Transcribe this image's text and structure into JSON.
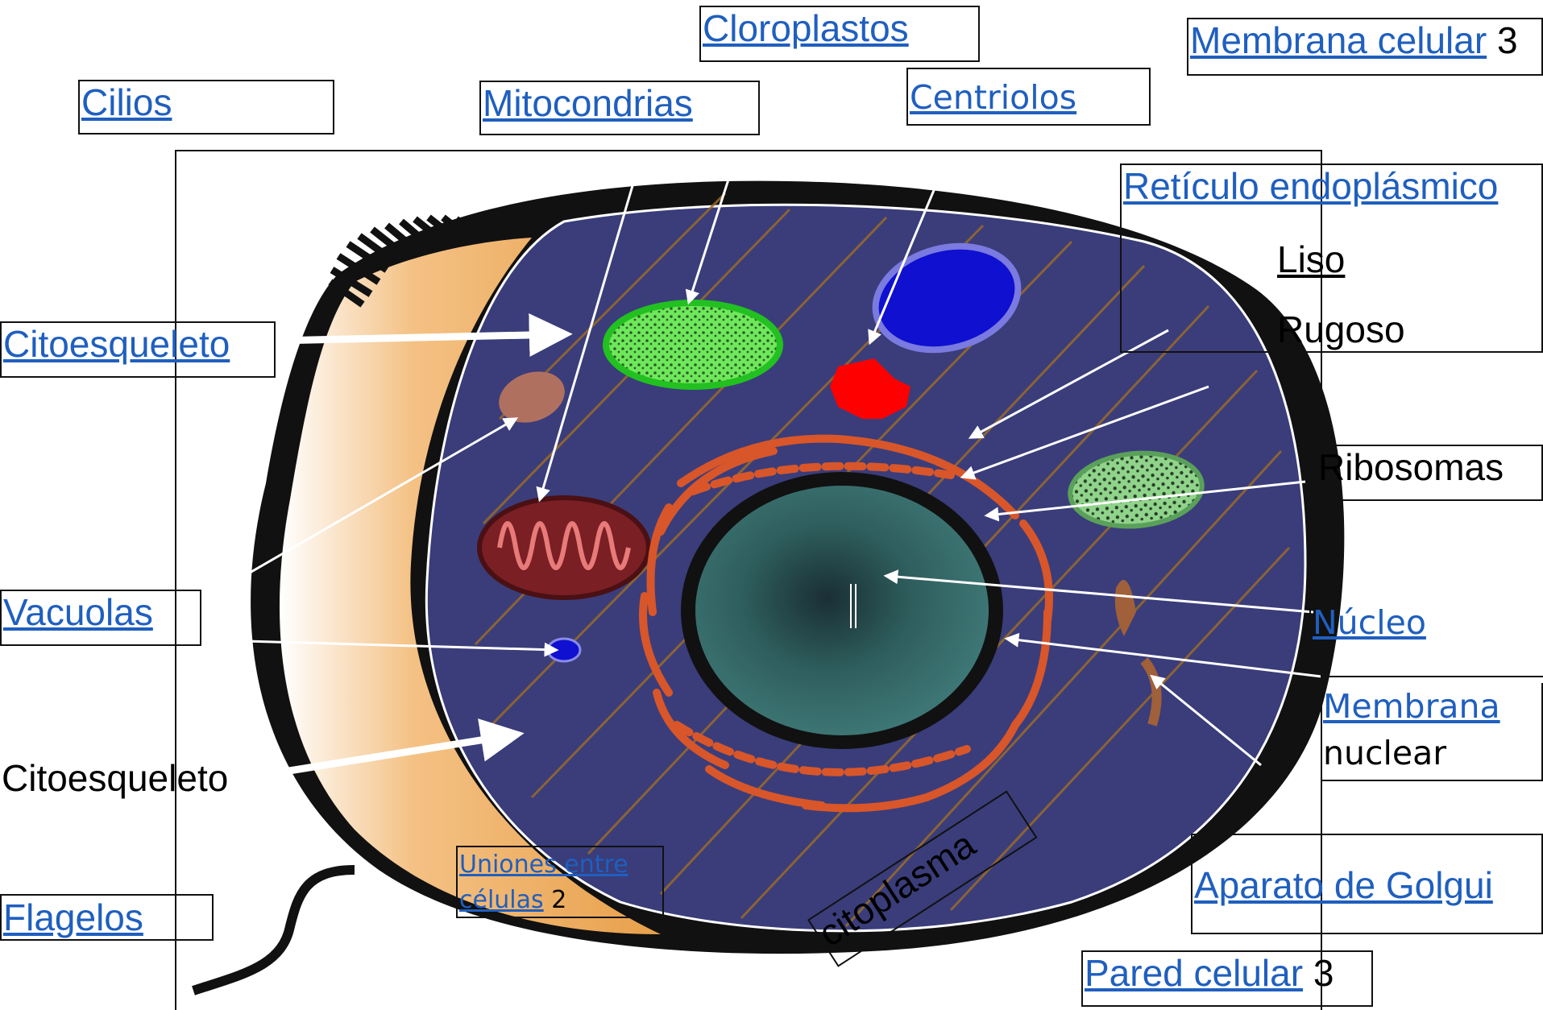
{
  "labels": {
    "cloroplastos": "Cloroplastos",
    "membrana_celular": "Membrana celular",
    "membrana_celular_num": "3",
    "cilios": "Cilios",
    "mitocondrias": "Mitocondrias",
    "centriolos": "Centriolos",
    "reticulo": "Retículo endoplásmico",
    "liso": "Liso",
    "rugoso": "Rugoso",
    "citoesqueleto_top": "Citoesqueleto",
    "ribosomas": "Ribosomas",
    "vacuolas": "Vacuolas",
    "nucleo": "Núcleo",
    "membrana_nuclear_a": "Membrana",
    "membrana_nuclear_b": "nuclear",
    "citoesqueleto_bottom": "Citoesqueleto",
    "uniones_a": "Uniones entre",
    "uniones_b": "células",
    "uniones_num": "2",
    "citoplasma": "citoplasma",
    "aparato_golgi": "Aparato de Golgui",
    "flagelos": "Flagelos",
    "pared_celular": "Pared celular",
    "pared_celular_num": "3"
  },
  "colors": {
    "link": "#1f5fbf",
    "cytoplasm": "#3a3d7a",
    "cell_wall": "#e8a04a",
    "outline": "#111111",
    "nucleus": "#2f5f5e",
    "chloroplast": "#6ee85a",
    "mitochondrion": "#7a1f24",
    "centriole": "#ff0000",
    "vacuole_blue": "#1010d0",
    "er": "#d8562a"
  }
}
